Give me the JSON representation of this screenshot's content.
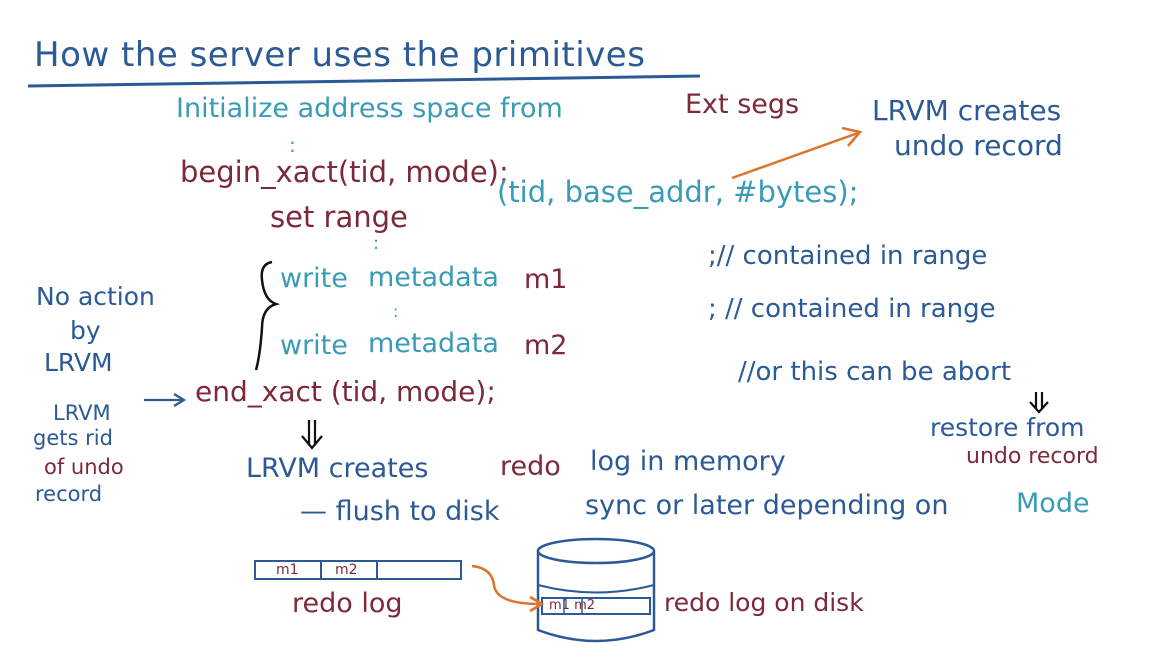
{
  "title": "How the server uses the primitives",
  "colors": {
    "blue": "#2b5a96",
    "teal": "#3a9cb4",
    "maroon": "#7c2a3a",
    "orange": "#e0732a",
    "black": "#111111"
  },
  "code": {
    "init": "Initialize address space from",
    "init_segs": "Ext segs",
    "dots": ":",
    "begin": "begin_xact(tid, mode);",
    "set_range_kw": "set range",
    "set_range_args": "(tid, base_addr, #bytes);",
    "write1_kw": "write",
    "write1_meta": "metadata",
    "write1_var": "m1",
    "write2_kw": "write",
    "write2_meta": "metadata",
    "write2_var": "m2",
    "end": "end_xact (tid, mode);"
  },
  "notes": {
    "lrvm_undo_1": "LRVM creates",
    "lrvm_undo_2": "undo record",
    "cmt1": ";// contained in range",
    "cmt2": "; // contained in range",
    "cmt3": "//or this can be abort",
    "restore_1": "restore from",
    "restore_2": "undo record",
    "no_action_1": "No action",
    "no_action_2": "by",
    "no_action_3": "LRVM",
    "gets_rid_1": "LRVM",
    "gets_rid_2": "gets rid",
    "gets_rid_3": "of undo",
    "gets_rid_4": "record",
    "redo_lrvm": "LRVM creates",
    "redo_word": "redo",
    "redo_mem": "log in memory",
    "flush_1": "— flush to disk",
    "flush_sync": "sync or later depending on",
    "flush_mode": "Mode"
  },
  "log": {
    "cells": [
      "m1",
      "m2"
    ],
    "label": "redo log",
    "disk_cells": "m1 m2",
    "disk_label": "redo log on disk"
  }
}
